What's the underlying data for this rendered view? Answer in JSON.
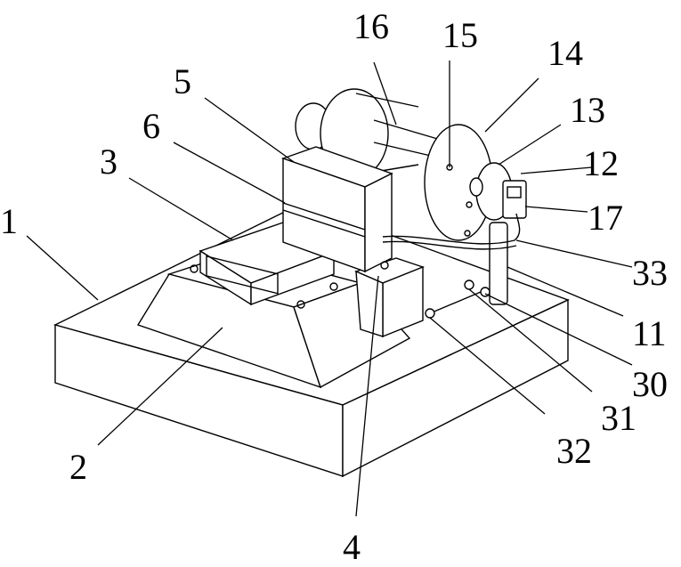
{
  "figure": {
    "labels": {
      "l1": "1",
      "l2": "2",
      "l3": "3",
      "l4": "4",
      "l5": "5",
      "l6": "6",
      "l11": "11",
      "l12": "12",
      "l13": "13",
      "l14": "14",
      "l15": "15",
      "l16": "16",
      "l17": "17",
      "l30": "30",
      "l31": "31",
      "l32": "32",
      "l33": "33"
    }
  }
}
